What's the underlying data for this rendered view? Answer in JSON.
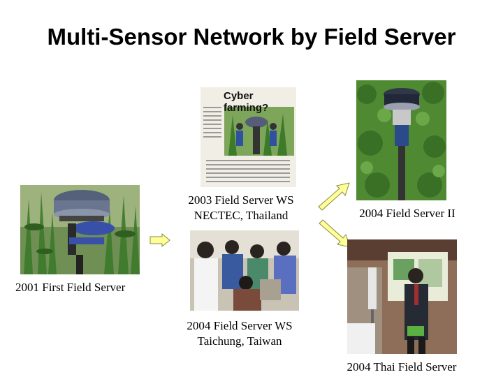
{
  "slide": {
    "title": "Multi-Sensor Network by Field Server"
  },
  "captions": {
    "first_field_server": "2001 First Field Server",
    "ws_nectec_line1": "2003 Field Server WS",
    "ws_nectec_line2": "NECTEC, Thailand",
    "ws_taichung_line1": "2004 Field Server WS",
    "ws_taichung_line2": "Taichung, Taiwan",
    "field_server_ii": "2004 Field Server II",
    "thai_field_server": "2004 Thai Field Server"
  },
  "newspaper": {
    "headline": "Cyber farming?"
  },
  "colors": {
    "arrow_fill": "#ffff99",
    "arrow_stroke": "#8a8a40",
    "foliage": "#3d7a2a"
  }
}
